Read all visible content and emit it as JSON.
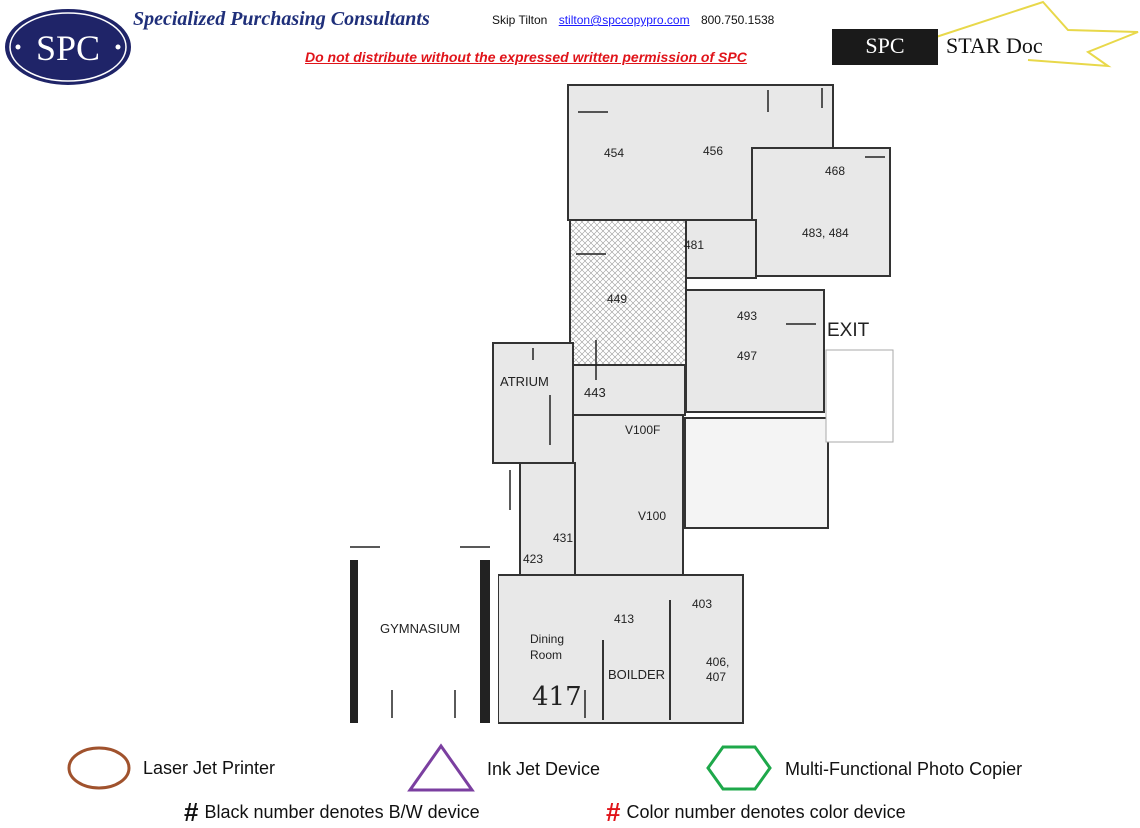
{
  "header": {
    "logo_text": "SPC",
    "company": "Specialized Purchasing Consultants",
    "contact_name": "Skip Tilton",
    "contact_email": "stilton@spccopypro.com",
    "contact_phone": "800.750.1538",
    "warning": "Do not distribute without the expressed written permission of SPC",
    "star_logo_left": "SPC",
    "star_logo_right": "STAR Doc"
  },
  "rooms": {
    "r454": "454",
    "r456": "456",
    "r468": "468",
    "r483": "483, 484",
    "r481": "481",
    "r449": "449",
    "r493": "493",
    "r497": "497",
    "exit": "EXIT",
    "atrium": "ATRIUM",
    "r443": "443",
    "v100f": "V100F",
    "v100": "V100",
    "r431": "431",
    "r423": "423",
    "gym": "GYMNASIUM",
    "r413": "413",
    "r403": "403",
    "dining1": "Dining",
    "dining2": "Room",
    "boiler": "BOILDER",
    "r406a": "406,",
    "r406b": "407",
    "r417": "417"
  },
  "legend": {
    "laser": "Laser Jet Printer",
    "inkjet": "Ink Jet Device",
    "mfp": "Multi-Functional Photo Copier",
    "bw_symbol": "#",
    "bw": "Black number denotes B/W device",
    "color_symbol": "#",
    "color": "Color number denotes color device",
    "colors": {
      "laser": "#a0522d",
      "inkjet": "#7b3fa0",
      "mfp": "#1ea84a",
      "color_hash": "#e0141a"
    }
  }
}
